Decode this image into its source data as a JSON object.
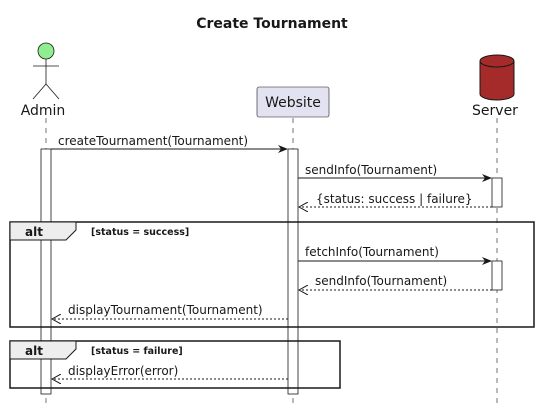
{
  "title": "Create Tournament",
  "participants": {
    "admin": "Admin",
    "website": "Website",
    "server": "Server"
  },
  "messages": {
    "m1": "createTournament(Tournament)",
    "m2": "sendInfo(Tournament)",
    "m3": "{status: success | failure}",
    "m4": "fetchInfo(Tournament)",
    "m5": "sendInfo(Tournament)",
    "m6": "displayTournament(Tournament)",
    "m7": "displayError(error)"
  },
  "fragments": {
    "alt1": {
      "keyword": "alt",
      "guard": "[status = success]"
    },
    "alt2": {
      "keyword": "alt",
      "guard": "[status = failure]"
    }
  },
  "colors": {
    "actor_fill": "#90EE90",
    "participant_fill": "#E2E2F0",
    "database_fill": "#A52A2A",
    "line": "#181818"
  }
}
